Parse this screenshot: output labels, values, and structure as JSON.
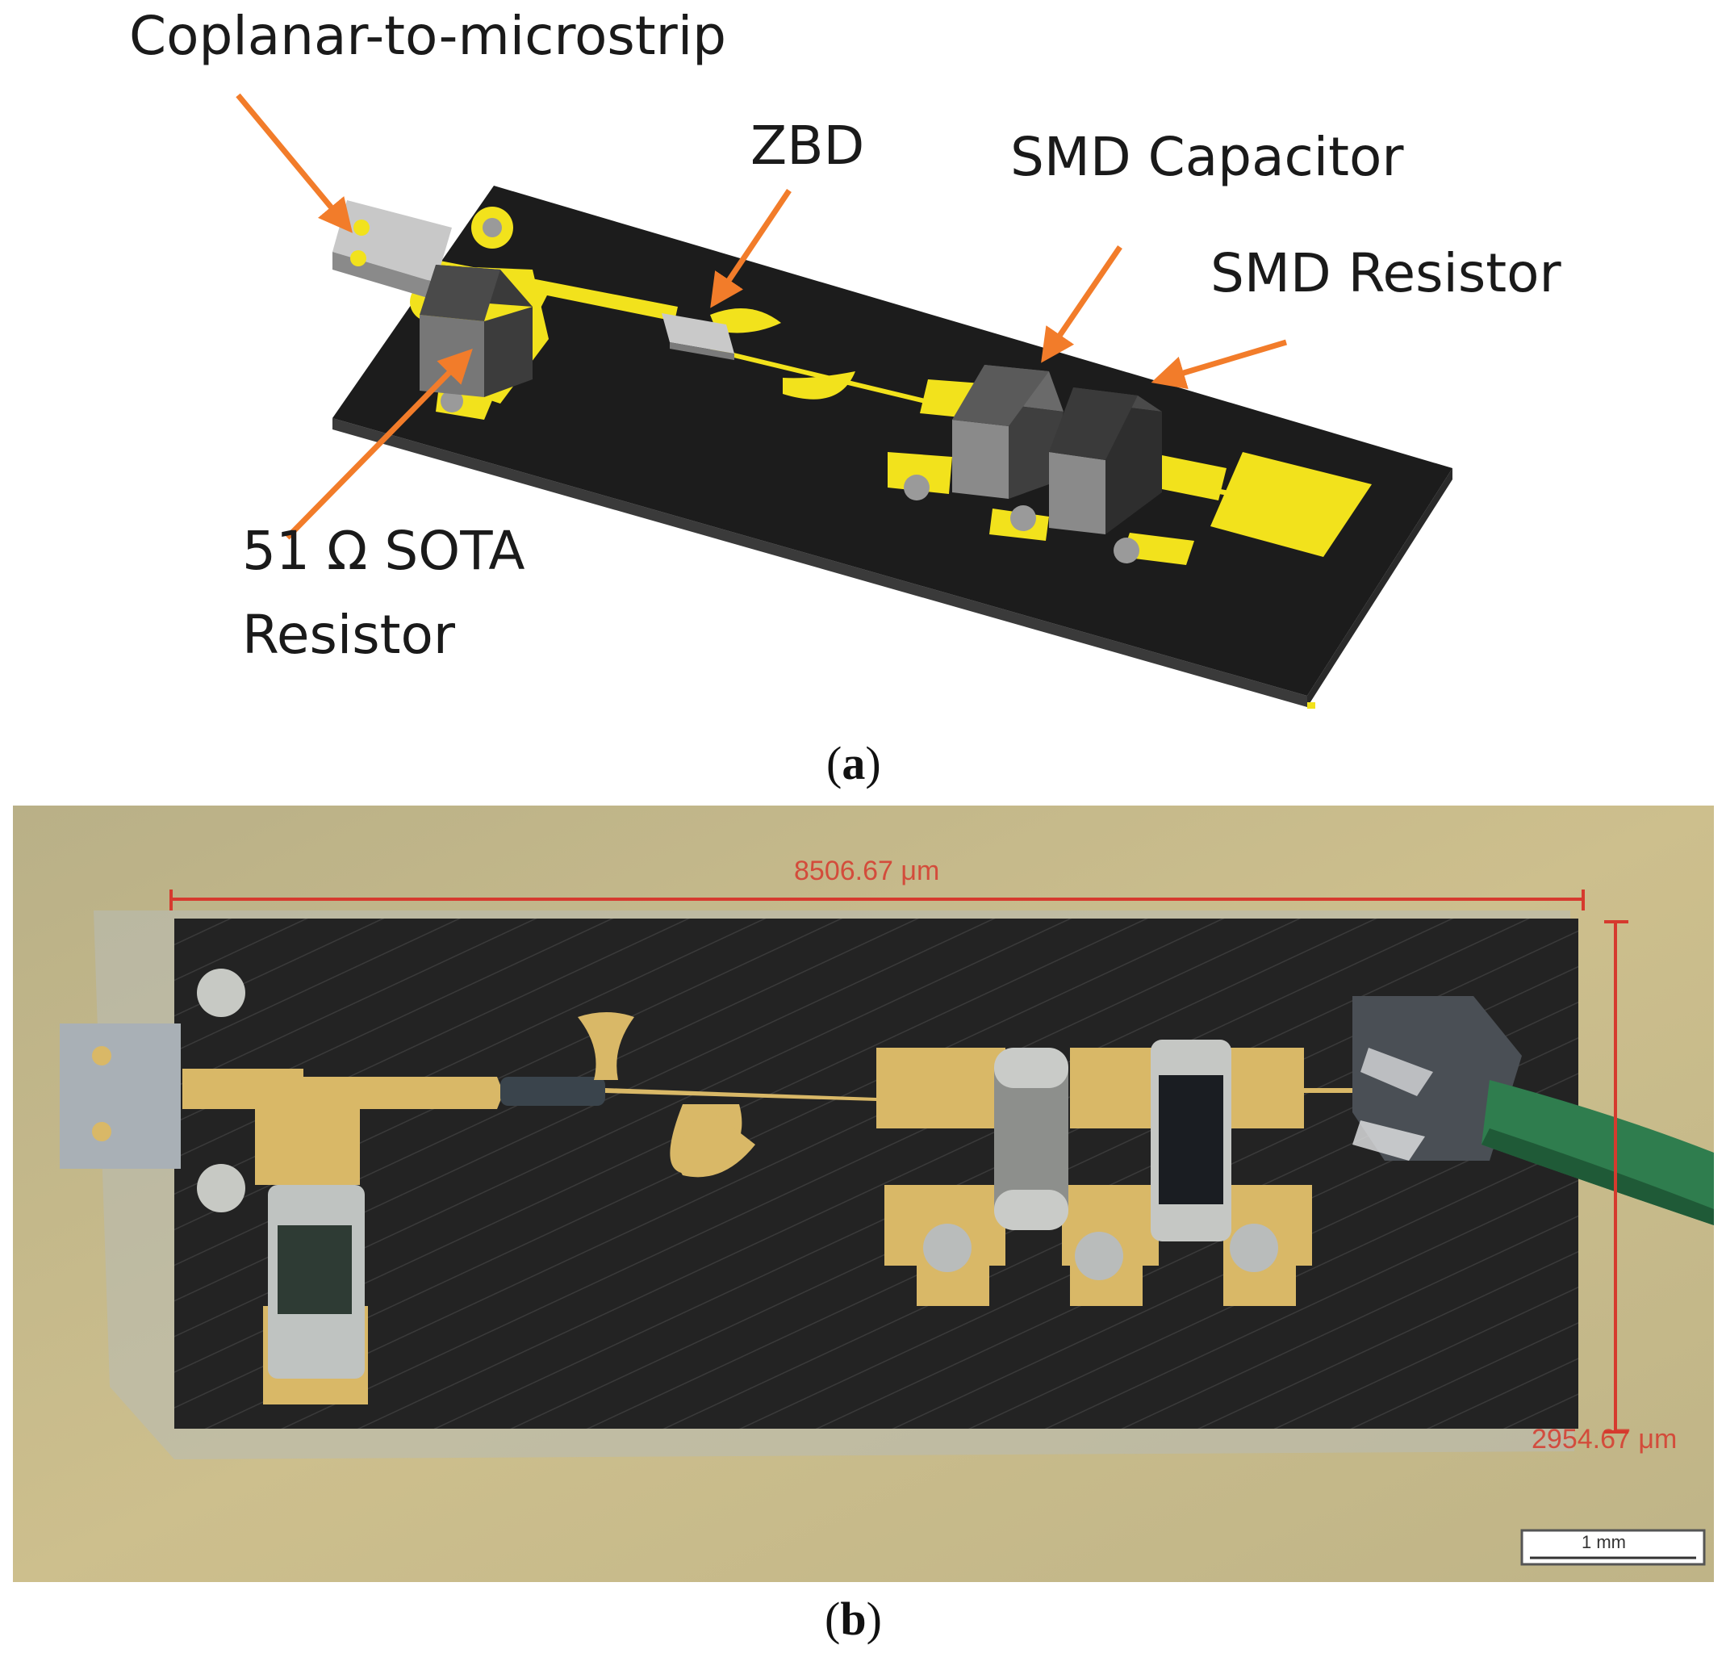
{
  "panel_a": {
    "labels": {
      "coplanar": "Coplanar-to-microstrip",
      "zbd": "ZBD",
      "smd_capacitor": "SMD Capacitor",
      "smd_resistor": "SMD Resistor",
      "sota_line1": "51 Ω SOTA",
      "sota_line2": "Resistor"
    },
    "caption_letter": "a",
    "colors": {
      "substrate": "#1c1c1c",
      "gold": "#f2e21c",
      "arrow": "#f27c2a",
      "component": "#5a5a5a"
    }
  },
  "panel_b": {
    "width_measure": "8506.67 μm",
    "height_measure": "2954.67 μm",
    "scale_bar": "1 mm",
    "caption_letter": "b",
    "colors": {
      "background": "#c7b98a",
      "circuit": "#222222",
      "gold": "#d9b867",
      "measure": "#d63a2e",
      "wire": "#2f7d4e"
    }
  }
}
